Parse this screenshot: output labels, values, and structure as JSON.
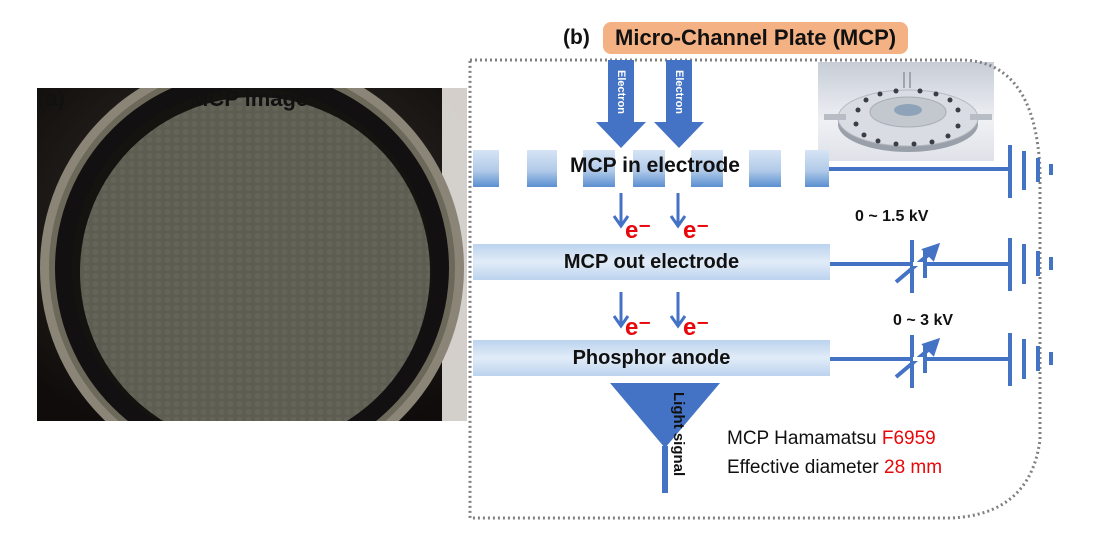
{
  "panel_a": {
    "label": "(a)",
    "title": "MCP image",
    "photo_icon": "mcp-photo"
  },
  "panel_b": {
    "label": "(b)",
    "title": "Micro-Channel Plate (MCP)",
    "title_bg_color": "#f4b183",
    "incoming": [
      "Electron",
      "Electron"
    ],
    "electrodes": [
      {
        "label": "MCP in electrode",
        "style": "segmented"
      },
      {
        "label": "MCP out electrode",
        "style": "solid"
      },
      {
        "label": "Phosphor anode",
        "style": "solid"
      }
    ],
    "electron_symbol": "e⁻",
    "voltages": [
      "0 ~ 1.5 kV",
      "0 ~ 3 kV"
    ],
    "output_label": "Light signal",
    "spec_lines": [
      {
        "text": "MCP Hamamatsu ",
        "highlight": "F6959"
      },
      {
        "text": "Effective diameter ",
        "highlight": "28 mm"
      }
    ],
    "product_icon": "mcp-assembly-photo"
  },
  "colors": {
    "wire_blue": "#4472c4",
    "highlight_red": "#e8070a",
    "electrode_light": "#d6e4f4",
    "electrode_dark": "#5b8fd0",
    "dotted_border": "#808080"
  }
}
